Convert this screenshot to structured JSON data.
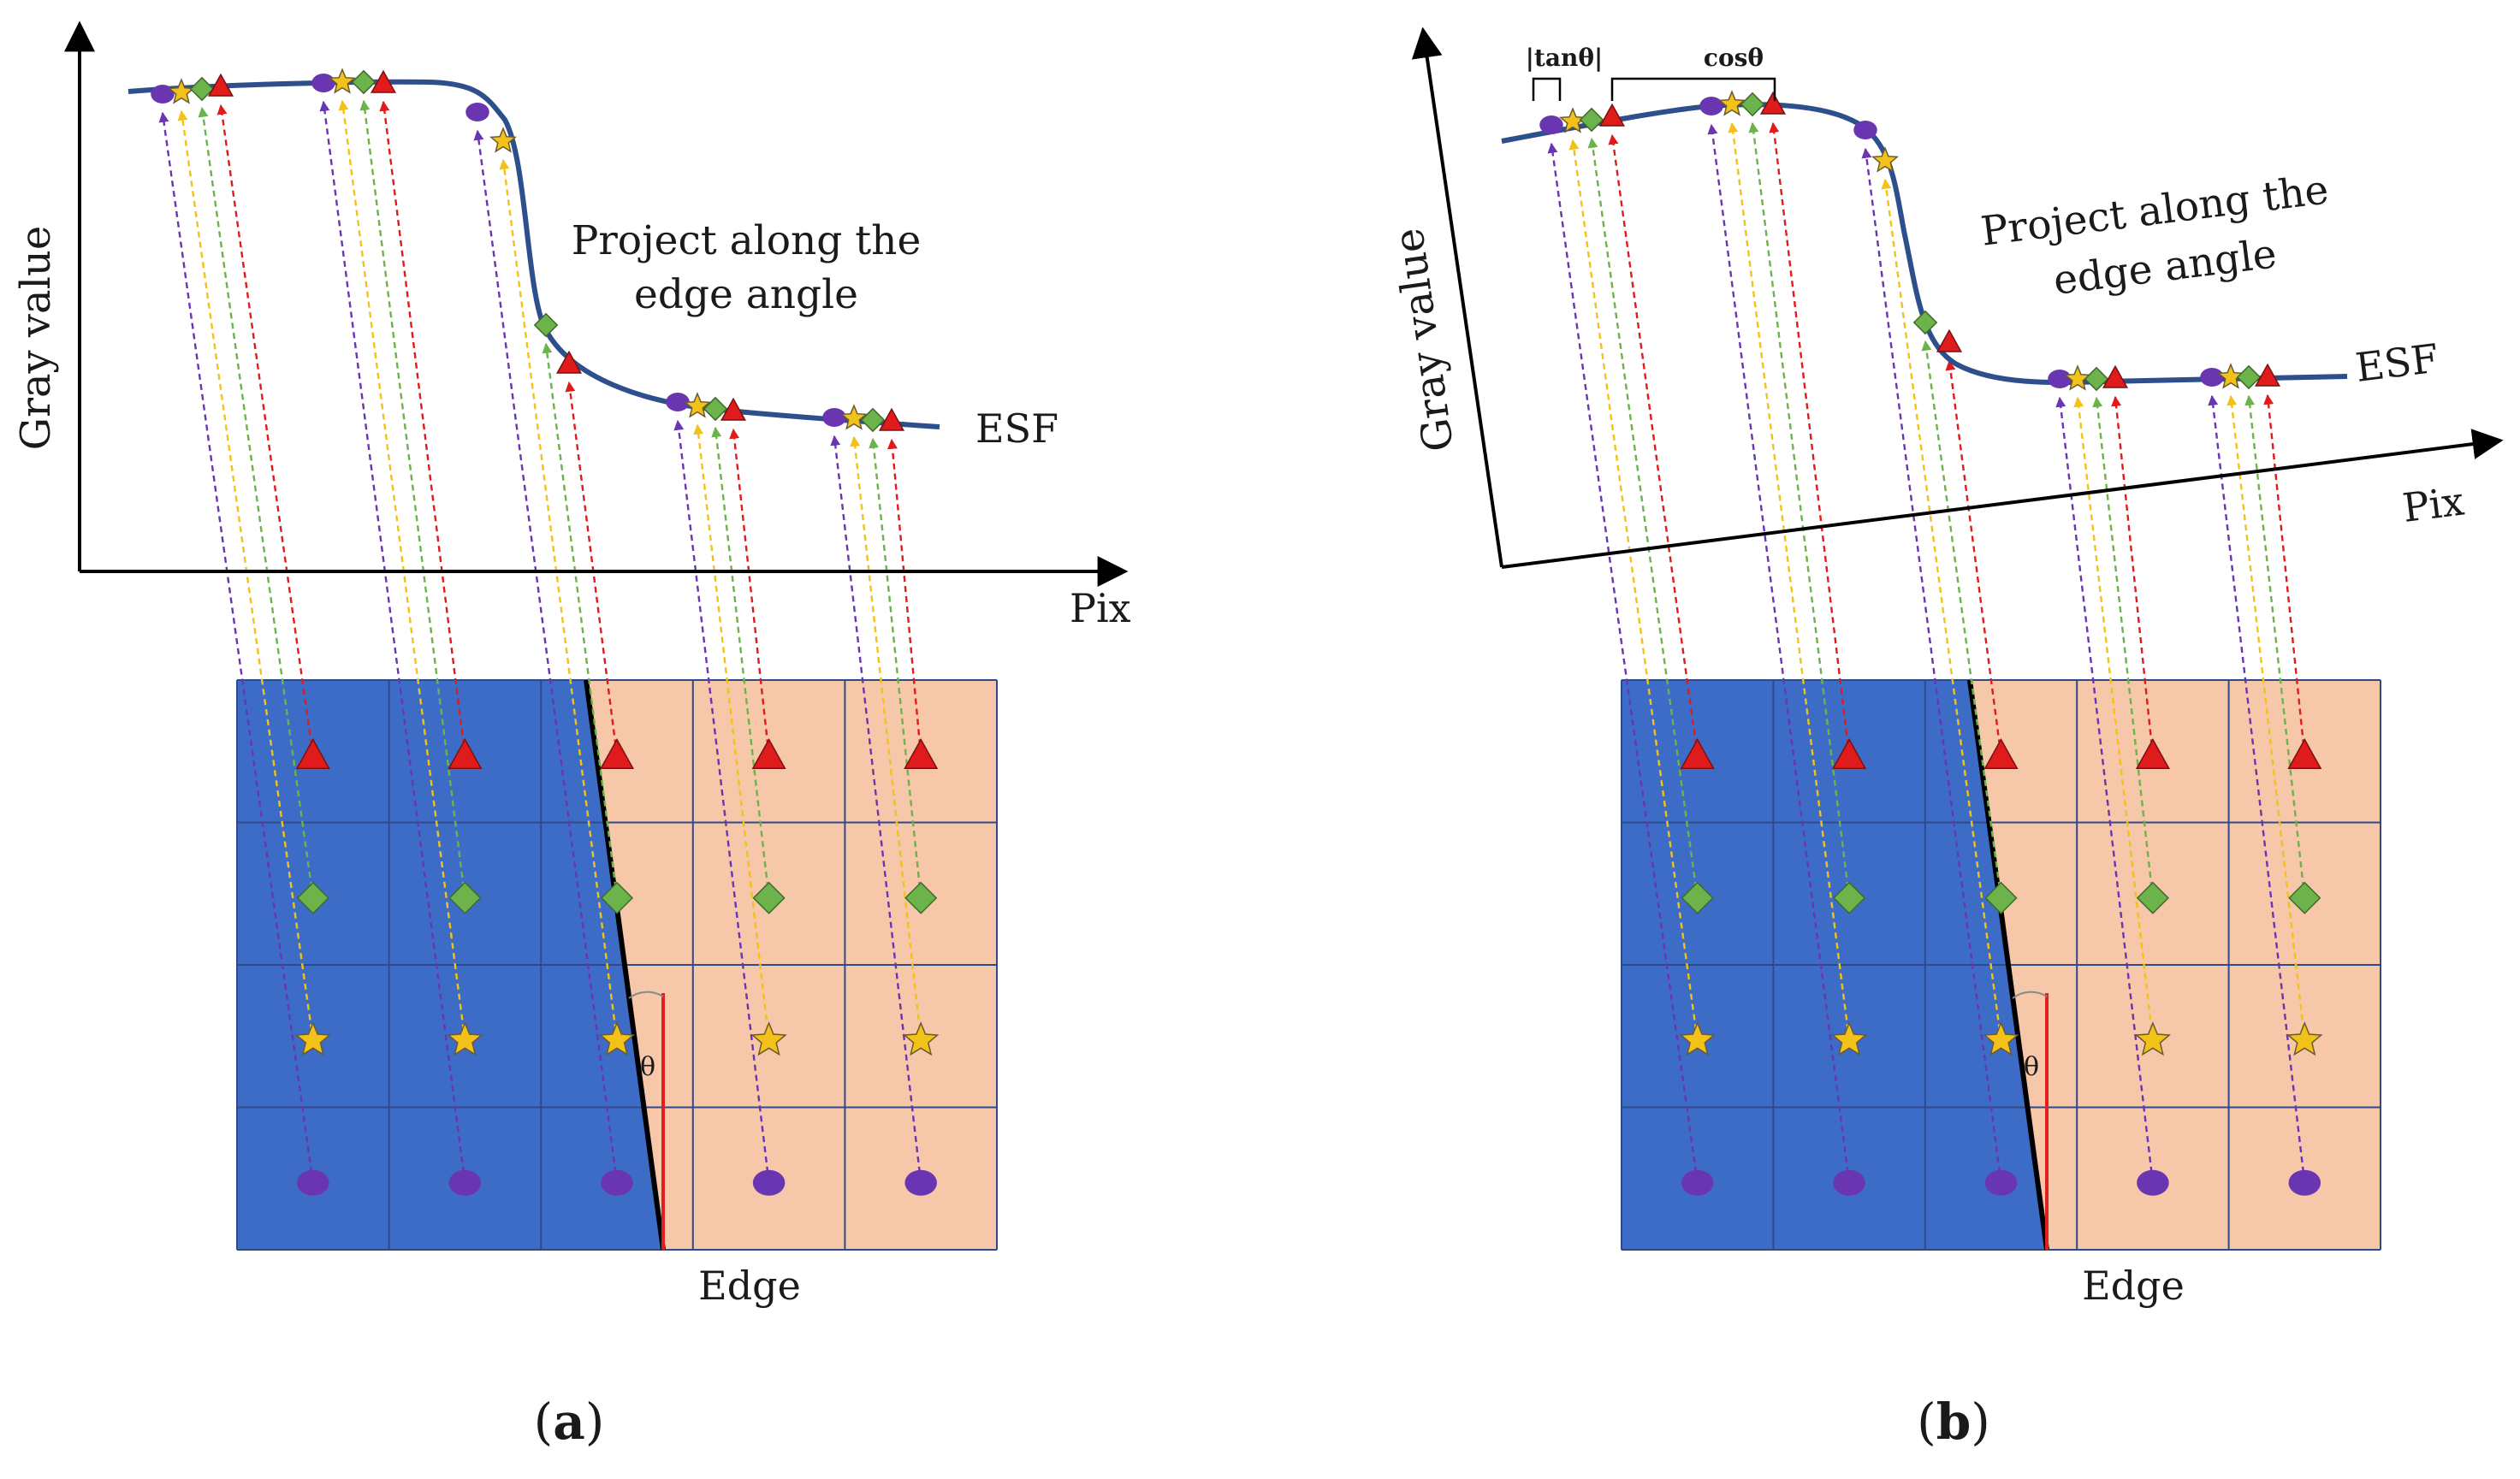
{
  "panels": [
    {
      "id": "a",
      "caption_letter": "a",
      "caption_open": "(",
      "caption_close": ")",
      "y_axis_label": "Gray value",
      "x_axis_label": "Pix",
      "curve_label": "ESF",
      "annotation_line1": "Project along the",
      "annotation_line2": "edge angle",
      "edge_label": "Edge",
      "angle_label": "θ"
    },
    {
      "id": "b",
      "caption_letter": "b",
      "caption_open": "(",
      "caption_close": ")",
      "y_axis_label": "Gray value",
      "x_axis_label": "Pix",
      "curve_label": "ESF",
      "annotation_line1": "Project along the",
      "annotation_line2": "edge angle",
      "edge_label": "Edge",
      "angle_label": "θ",
      "bracket_tan_label": "|tanθ|",
      "bracket_cos_label": "cosθ"
    }
  ],
  "markers": [
    "circle",
    "star",
    "diamond",
    "triangle"
  ],
  "colors": {
    "dark_region": "#3c6cc6",
    "light_region": "#f6c7a8",
    "grid_line": "#2f4a8a",
    "curve": "#2d4f8c",
    "edge_line": "#000000",
    "angle_ref_line": "#e02020",
    "circle_marker": "#6a35b0",
    "star_marker": "#f2c21a",
    "diamond_marker": "#6bb34a",
    "triangle_marker": "#e01b1b",
    "axis": "#000000"
  }
}
